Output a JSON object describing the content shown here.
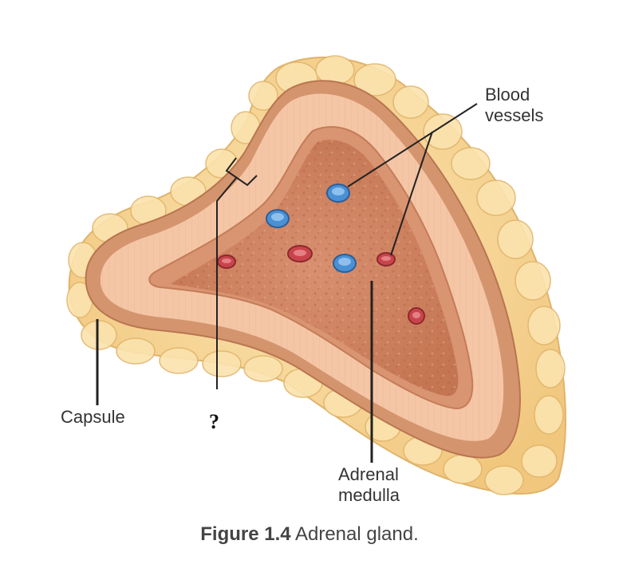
{
  "labels": {
    "blood_vessels": "Blood\nvessels",
    "capsule": "Capsule",
    "question_mark": "?",
    "adrenal_medulla": "Adrenal\nmedulla"
  },
  "caption": {
    "figure_number": "Figure 1.4",
    "text": " Adrenal gland."
  },
  "colors": {
    "fat": "#f7d89a",
    "capsule": "#d2936c",
    "cortex": "#f3c4a4",
    "medulla": "#cf8560",
    "vein": "#4a90d4",
    "artery": "#c9444a"
  }
}
